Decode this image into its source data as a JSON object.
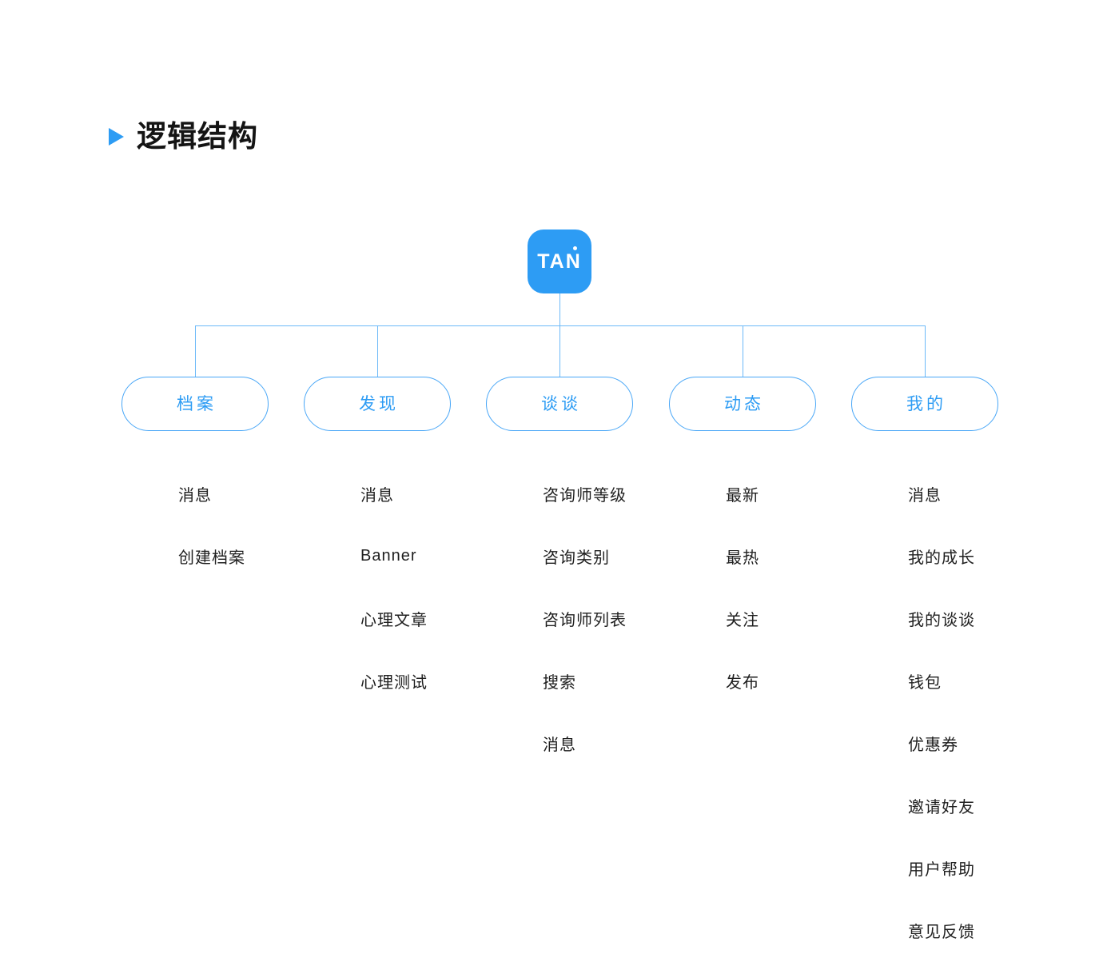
{
  "page": {
    "title": "逻辑结构"
  },
  "logo": {
    "label": "TAN"
  },
  "branches": [
    {
      "label": "档案",
      "items": [
        "消息",
        "创建档案"
      ]
    },
    {
      "label": "发现",
      "items": [
        "消息",
        "Banner",
        "心理文章",
        "心理测试"
      ]
    },
    {
      "label": "谈谈",
      "items": [
        "咨询师等级",
        "咨询类别",
        "咨询师列表",
        "搜索",
        "消息"
      ]
    },
    {
      "label": "动态",
      "items": [
        "最新",
        "最热",
        "关注",
        "发布"
      ]
    },
    {
      "label": "我的",
      "items": [
        "消息",
        "我的成长",
        "我的谈谈",
        "钱包",
        "优惠券",
        "邀请好友",
        "用户帮助",
        "意见反馈"
      ]
    }
  ],
  "colors": {
    "accent": "#2D9CF4",
    "pill_border": "#49A7F7",
    "line": "#6CB9F8",
    "text": "#1F1F1F"
  }
}
